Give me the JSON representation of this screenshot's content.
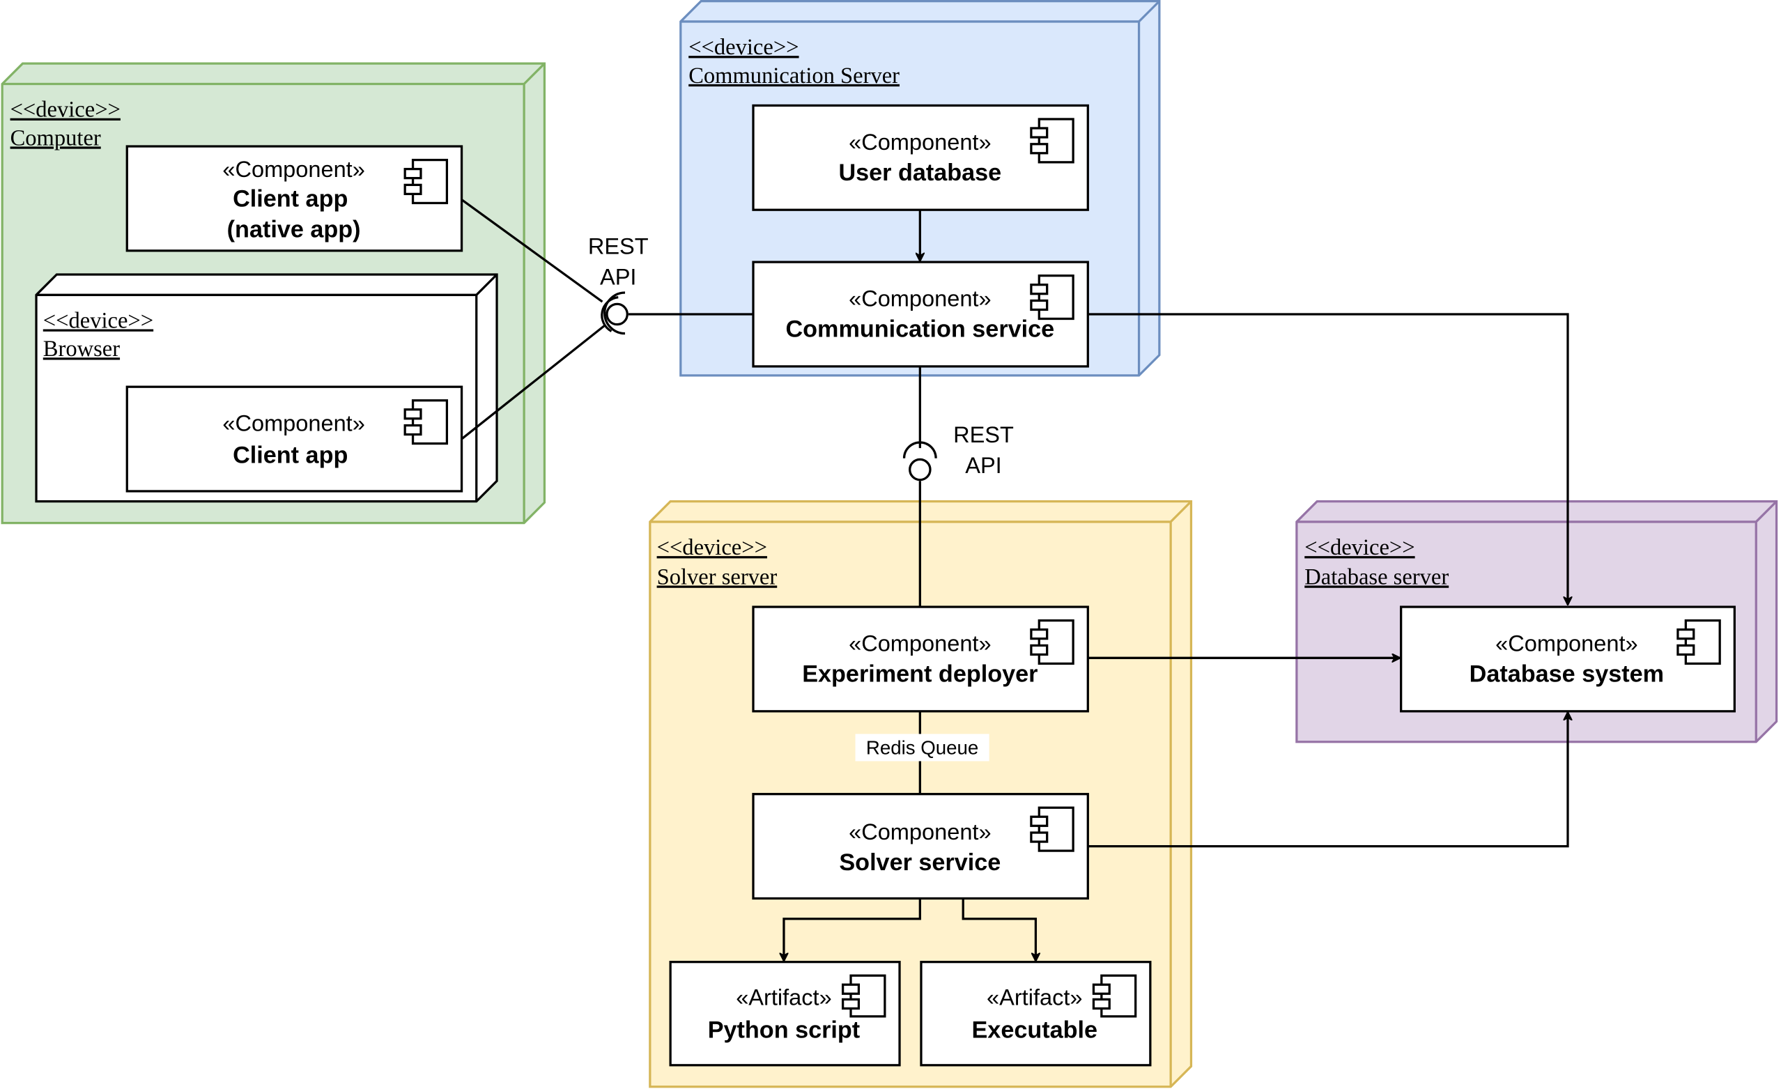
{
  "diagram": {
    "type": "UML deployment diagram",
    "colors": {
      "computer_fill": "#d5e8d4",
      "computer_stroke": "#82b366",
      "comm_fill": "#dae8fc",
      "comm_stroke": "#6c8ebf",
      "solver_fill": "#fff2cc",
      "solver_stroke": "#d6b656",
      "db_fill": "#e1d5e7",
      "db_stroke": "#9673a6",
      "browser_fill": "#ffffff",
      "browser_stroke": "#000000"
    },
    "nodes": {
      "computer": {
        "stereotype": "<<device>>",
        "name": "Computer"
      },
      "browser": {
        "stereotype": "<<device>>",
        "name": "Browser"
      },
      "comm_server": {
        "stereotype": "<<device>>",
        "name": "Communication Server"
      },
      "solver_server": {
        "stereotype": "<<device>>",
        "name": "Solver server"
      },
      "db_server": {
        "stereotype": "<<device>>",
        "name": "Database server"
      }
    },
    "components": {
      "client_native": {
        "stereotype": "«Component»",
        "name_line1": "Client app",
        "name_line2": "(native app)"
      },
      "client_browser": {
        "stereotype": "«Component»",
        "name": "Client app"
      },
      "user_db": {
        "stereotype": "«Component»",
        "name": "User database"
      },
      "comm_service": {
        "stereotype": "«Component»",
        "name": "Communication service"
      },
      "exp_deployer": {
        "stereotype": "«Component»",
        "name": "Experiment deployer"
      },
      "solver_service": {
        "stereotype": "«Component»",
        "name": "Solver service"
      },
      "db_system": {
        "stereotype": "«Component»",
        "name": "Database system"
      },
      "python_script": {
        "stereotype": "«Artifact»",
        "name": "Python script"
      },
      "executable": {
        "stereotype": "«Artifact»",
        "name": "Executable"
      }
    },
    "interfaces": {
      "rest_client_line1": "REST",
      "rest_client_line2": "API",
      "rest_solver_line1": "REST",
      "rest_solver_line2": "API"
    },
    "edge_labels": {
      "redis": "Redis Queue"
    }
  }
}
